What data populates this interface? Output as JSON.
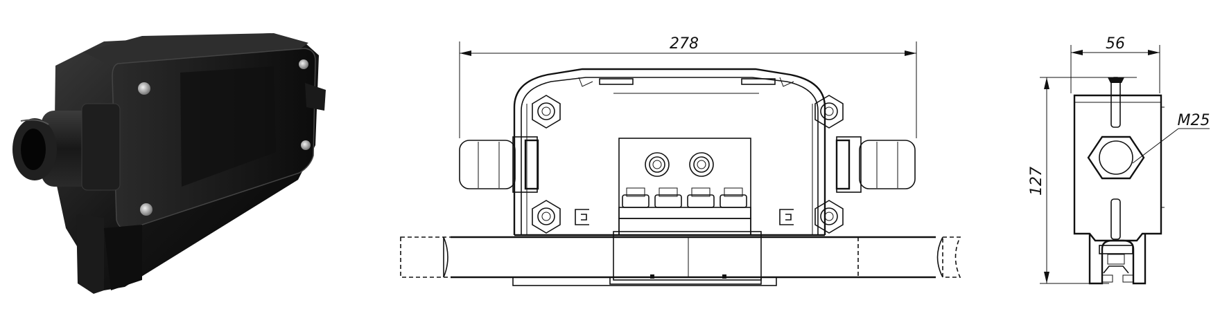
{
  "drawing": {
    "dimensions": {
      "width_front": "278",
      "depth_side": "56",
      "height_side": "127",
      "gland_thread": "M25"
    }
  }
}
